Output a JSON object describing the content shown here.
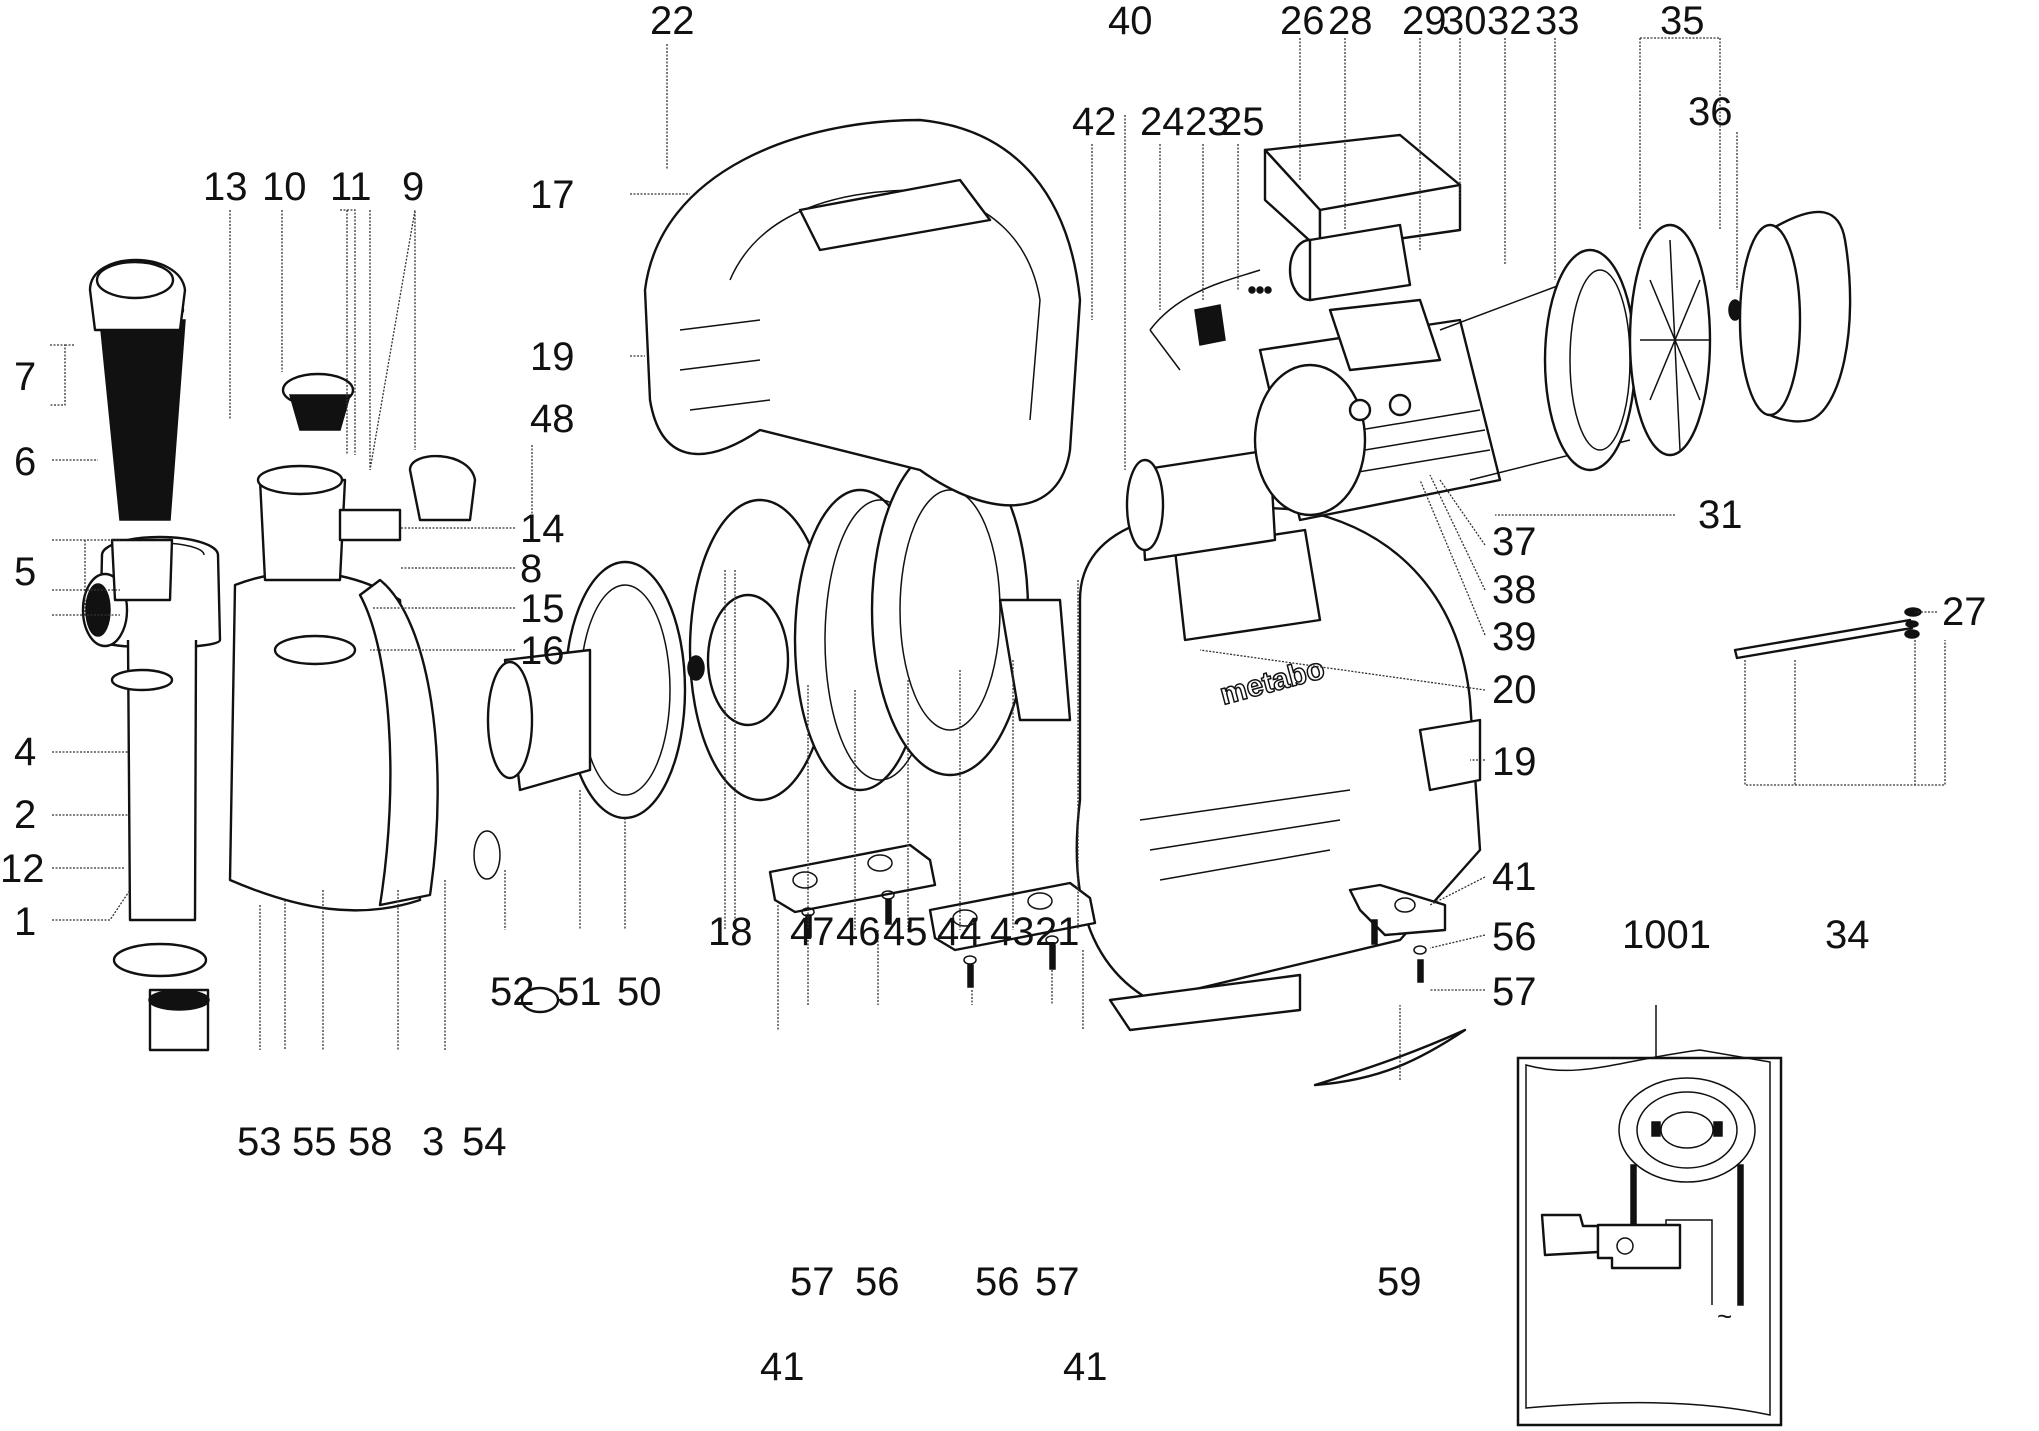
{
  "diagram": {
    "brand_logo": "metabo",
    "inset_label": "1001",
    "inset_symbol": "~",
    "labels": {
      "l1": "1",
      "l2": "2",
      "l3": "3",
      "l4": "4",
      "l5": "5",
      "l6": "6",
      "l7": "7",
      "l8": "8",
      "l9": "9",
      "l10": "10",
      "l11": "11",
      "l12": "12",
      "l13": "13",
      "l14": "14",
      "l15": "15",
      "l16": "16",
      "l17": "17",
      "l18": "18",
      "l19a": "19",
      "l19b": "19",
      "l20": "20",
      "l21": "21",
      "l22": "22",
      "l23": "23",
      "l24": "24",
      "l25": "25",
      "l26": "26",
      "l27": "27",
      "l28": "28",
      "l29": "29",
      "l30": "30",
      "l31": "31",
      "l32": "32",
      "l33": "33",
      "l34": "34",
      "l35": "35",
      "l36": "36",
      "l37": "37",
      "l38": "38",
      "l39": "39",
      "l40": "40",
      "l41a": "41",
      "l41b": "41",
      "l41c": "41",
      "l42": "42",
      "l43": "43",
      "l44": "44",
      "l45": "45",
      "l46": "46",
      "l47": "47",
      "l48": "48",
      "l50": "50",
      "l51": "51",
      "l52": "52",
      "l53": "53",
      "l54": "54",
      "l55": "55",
      "l56a": "56",
      "l56b": "56",
      "l56c": "56",
      "l57a": "57",
      "l57b": "57",
      "l57c": "57",
      "l58": "58",
      "l59": "59"
    }
  }
}
